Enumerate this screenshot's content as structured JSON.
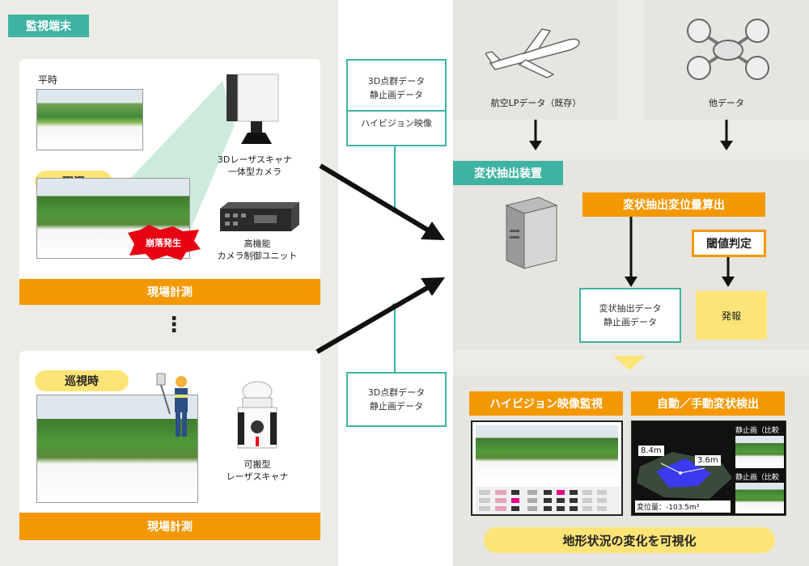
{
  "monitoring_terminal": {
    "title": "監視端末",
    "site_panel_1": {
      "normal_label": "平時",
      "current_label": "現況",
      "collapse_badge": "崩落発生",
      "scanner_label_line1": "3Dレーザスキャナ",
      "scanner_label_line2": "一体型カメラ",
      "controller_label_line1": "高機能",
      "controller_label_line2": "カメラ制御ユニット",
      "footer": "現場計測"
    },
    "ellipsis": "⋮",
    "site_panel_2": {
      "patrol_label": "巡視時",
      "portable_label_line1": "可搬型",
      "portable_label_line2": "レーザスキャナ",
      "footer": "現場計測"
    }
  },
  "transmission": {
    "box1_line1": "3D点群データ",
    "box1_line2": "静止画データ",
    "box1_line3": "ハイビジョン映像",
    "box2_line1": "3D点群データ",
    "box2_line2": "静止画データ"
  },
  "sources": {
    "aerial": "航空LPデータ（既存）",
    "other": "他データ"
  },
  "extraction_device": {
    "title": "変状抽出装置",
    "calc_label": "変状抽出変位量算出",
    "threshold_label": "閾値判定",
    "output_line1": "変状抽出データ",
    "output_line2": "静止画データ",
    "alert_label": "発報"
  },
  "outputs": {
    "hd_monitor_title": "ハイビジョン映像監視",
    "detection_title": "自動／手動変状検出",
    "ref_before": "静止画（比較元）",
    "ref_after": "静止画（比較先）",
    "dist_a": "8.4m",
    "dist_b": "3.6m",
    "displacement": "変位量：-103.5m³",
    "visualize": "地形状況の変化を可視化"
  },
  "colors": {
    "teal": "#3fb3a2",
    "orange": "#f39800",
    "yellow": "#fce477",
    "background": "#edebe5"
  }
}
